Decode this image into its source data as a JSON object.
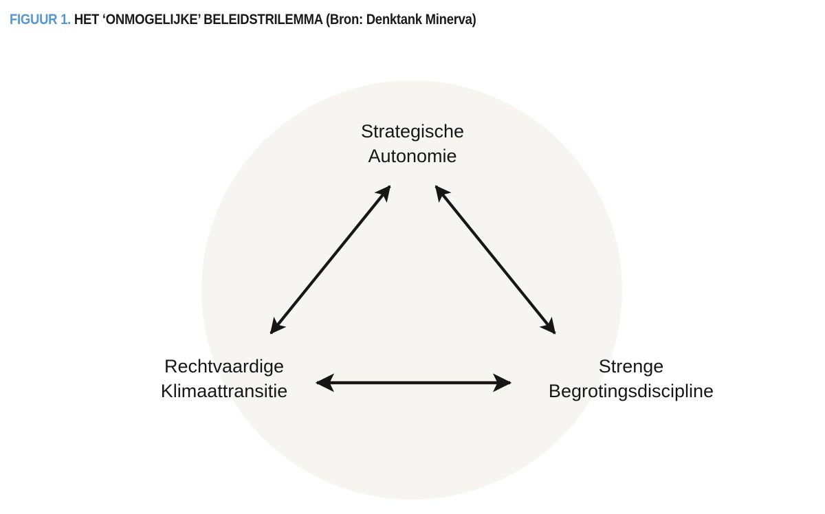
{
  "figure": {
    "number_label": "FIGUUR 1.",
    "caption": "HET ‘ONMOGELIJKE’ BELEIDSTRILEMMA (Bron: Denktank Minerva)",
    "number_color": "#5596d6",
    "caption_color": "#1a1a1a"
  },
  "diagram": {
    "type": "trilemma-triangle",
    "background_circle_color": "#f6f5f1",
    "stroke_color": "#161616",
    "nodes": [
      {
        "id": "strategische-autonomie",
        "position": "top",
        "line1": "Strategische",
        "line2": "Autonomie"
      },
      {
        "id": "rechtvaardige-klimaattransitie",
        "position": "bottom-left",
        "line1": "Rechtvaardige",
        "line2": "Klimaattransitie"
      },
      {
        "id": "strenge-begrotingsdiscipline",
        "position": "bottom-right",
        "line1": "Strenge",
        "line2": "Begrotingsdiscipline"
      }
    ],
    "connections": [
      {
        "id": "left-top",
        "from": "rechtvaardige-klimaattransitie",
        "to": "strategische-autonomie",
        "style": "double-headed-arrow"
      },
      {
        "id": "right-top",
        "from": "strenge-begrotingsdiscipline",
        "to": "strategische-autonomie",
        "style": "double-headed-arrow"
      },
      {
        "id": "left-right",
        "from": "rechtvaardige-klimaattransitie",
        "to": "strenge-begrotingsdiscipline",
        "style": "double-headed-arrow"
      }
    ]
  }
}
